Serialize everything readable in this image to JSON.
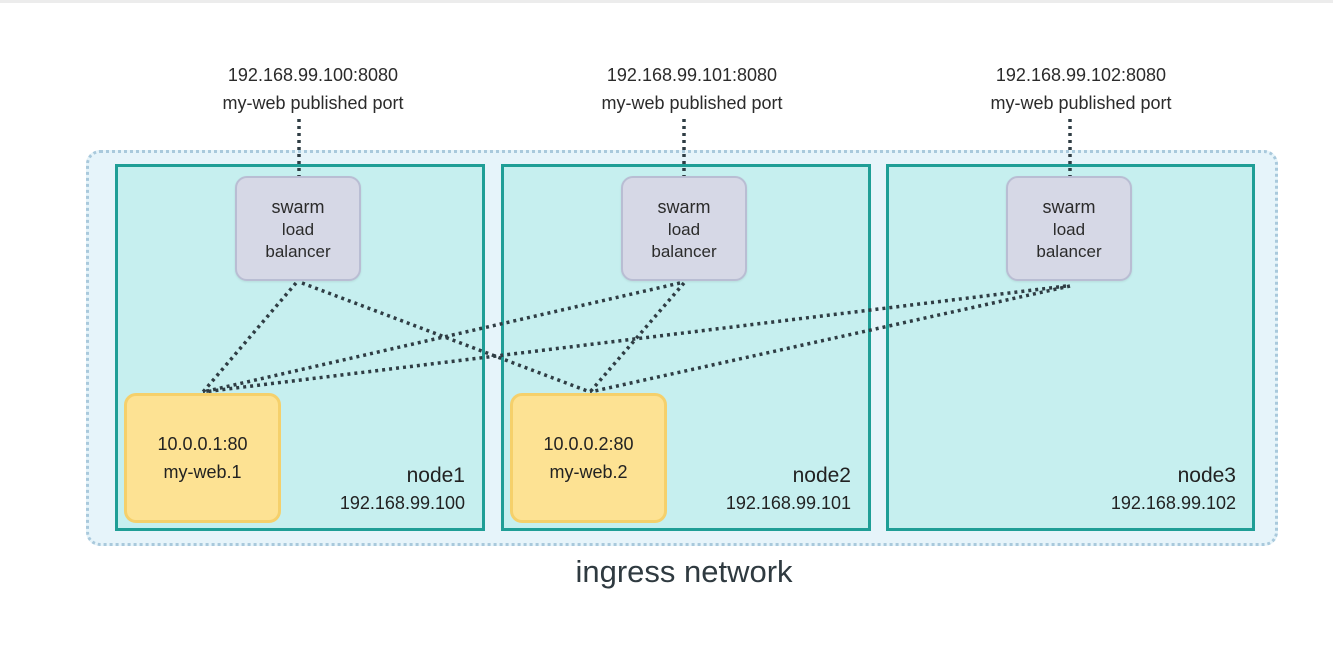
{
  "ports": [
    {
      "address": "192.168.99.100:8080",
      "label": "my-web published port"
    },
    {
      "address": "192.168.99.101:8080",
      "label": "my-web published port"
    },
    {
      "address": "192.168.99.102:8080",
      "label": "my-web published port"
    }
  ],
  "load_balancers": [
    {
      "line1": "swarm",
      "line2": "load",
      "line3": "balancer"
    },
    {
      "line1": "swarm",
      "line2": "load",
      "line3": "balancer"
    },
    {
      "line1": "swarm",
      "line2": "load",
      "line3": "balancer"
    }
  ],
  "tasks": [
    {
      "address": "10.0.0.1:80",
      "name": "my-web.1"
    },
    {
      "address": "10.0.0.2:80",
      "name": "my-web.2"
    }
  ],
  "nodes": [
    {
      "name": "node1",
      "ip": "192.168.99.100"
    },
    {
      "name": "node2",
      "ip": "192.168.99.101"
    },
    {
      "name": "node3",
      "ip": "192.168.99.102"
    }
  ],
  "network_label": "ingress network",
  "colors": {
    "node_fill": "#c6efef",
    "node_border": "#1f9e96",
    "task_fill": "#fde293",
    "lb_fill": "#d6d8e6",
    "ingress_fill": "#e6f4fa"
  }
}
